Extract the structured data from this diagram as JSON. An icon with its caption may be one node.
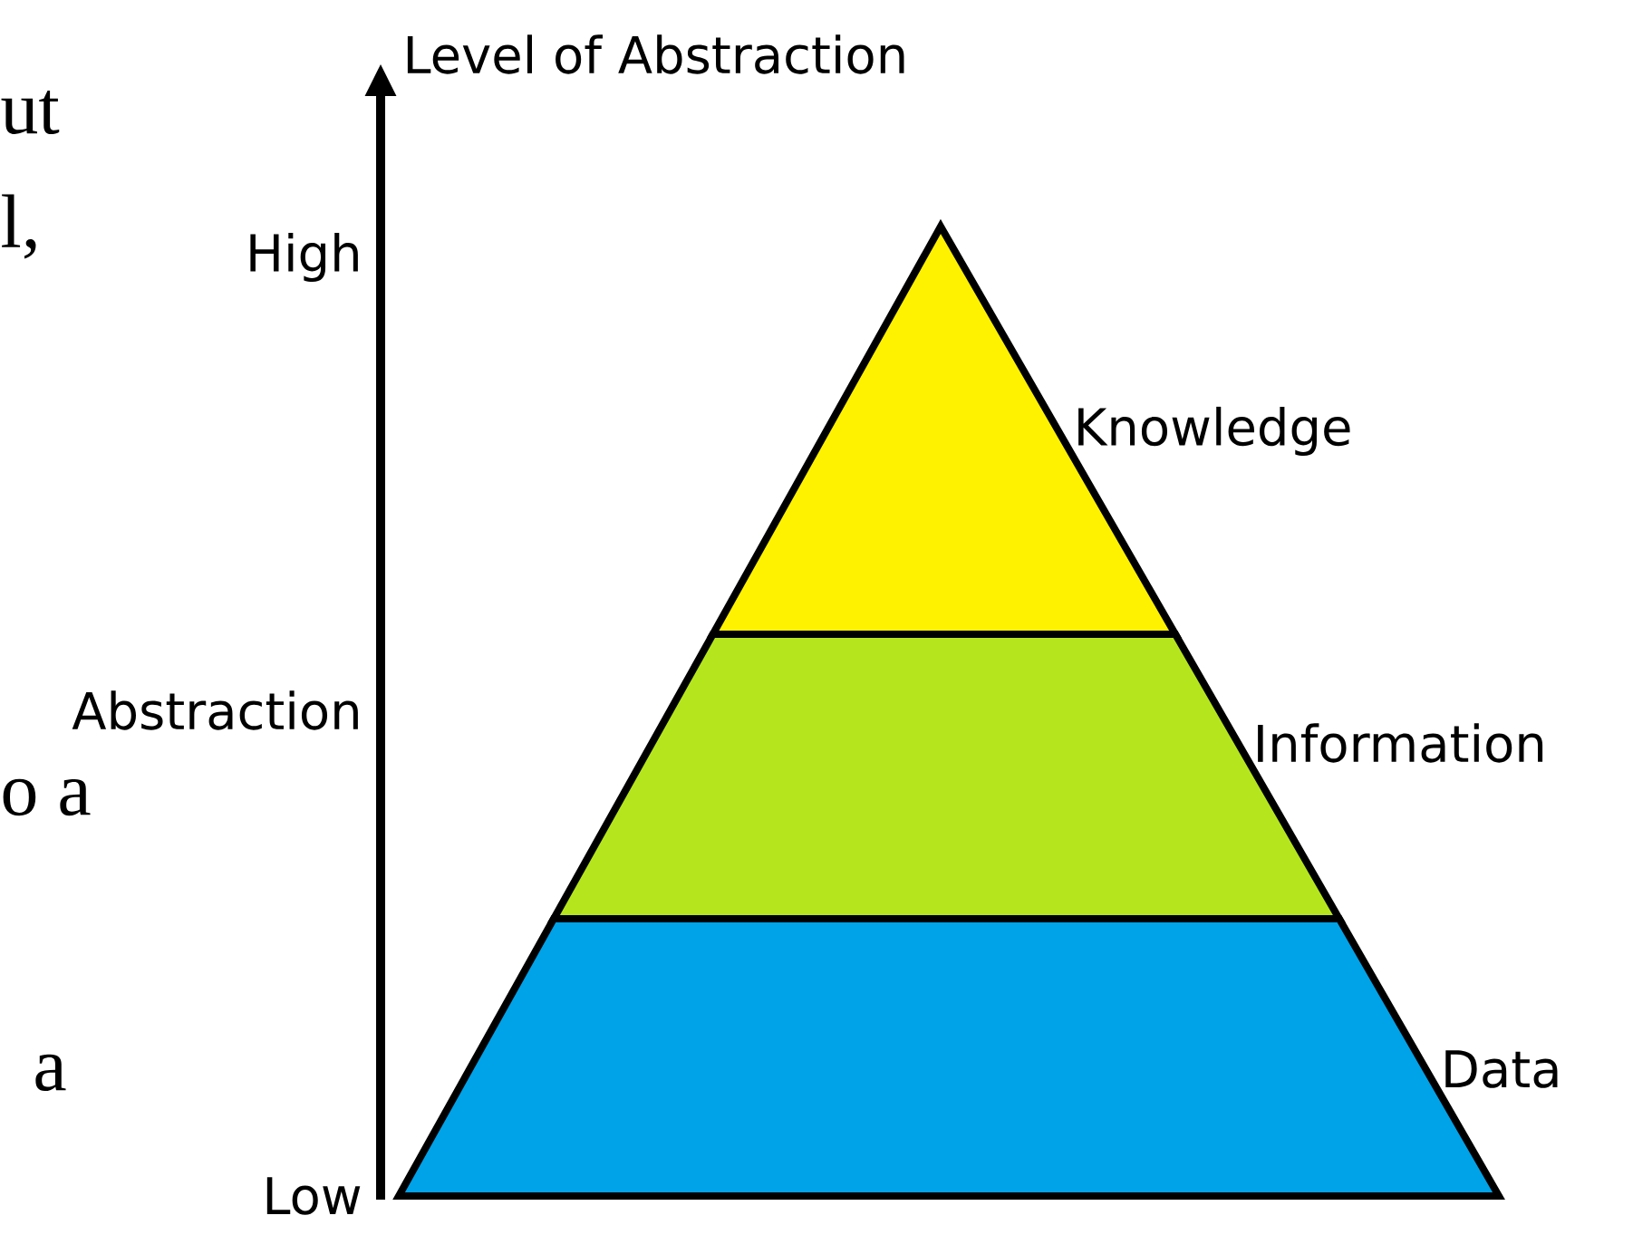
{
  "diagram": {
    "nodes": [
      {
        "text": [],
        "shape": "triangle",
        "beside": [
          "Knowledge"
        ]
      },
      {
        "text": [],
        "shape": "trapezoid",
        "beside": [
          "Information"
        ]
      },
      {
        "text": [],
        "shape": "trapezoid",
        "beside": [
          "Data"
        ]
      }
    ],
    "edges": [],
    "labels": [
      "ut",
      "l,",
      "o a",
      "a",
      "Level of Abstraction",
      "High",
      "Abstraction",
      "Low"
    ]
  }
}
